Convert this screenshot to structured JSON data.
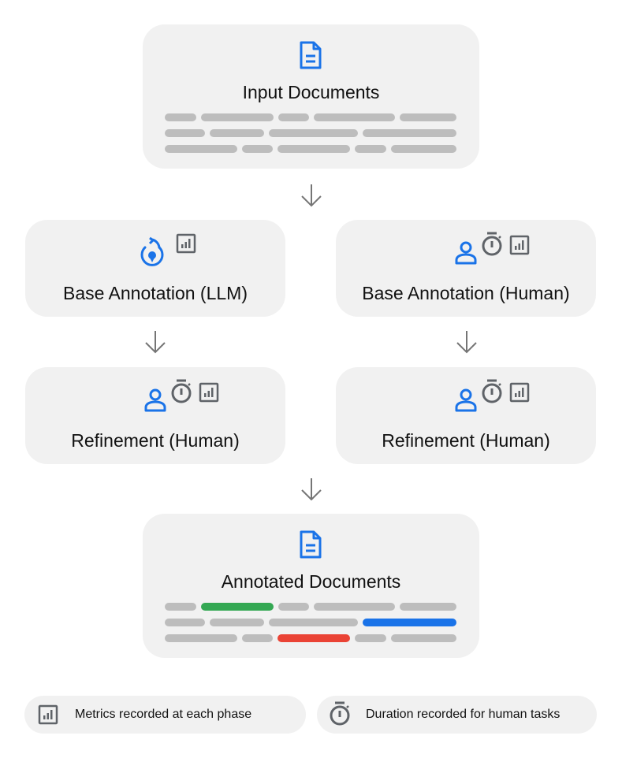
{
  "cards": {
    "input": {
      "title": "Input Documents",
      "icon": "document-icon"
    },
    "base_llm": {
      "title": "Base Annotation (LLM)",
      "icons": [
        "ai-refresh-icon",
        "metrics-icon"
      ]
    },
    "base_human": {
      "title": "Base Annotation (Human)",
      "icons": [
        "person-icon",
        "stopwatch-icon",
        "metrics-icon"
      ]
    },
    "refine_left": {
      "title": "Refinement (Human)",
      "icons": [
        "person-icon",
        "stopwatch-icon",
        "metrics-icon"
      ]
    },
    "refine_right": {
      "title": "Refinement (Human)",
      "icons": [
        "person-icon",
        "stopwatch-icon",
        "metrics-icon"
      ]
    },
    "output": {
      "title": "Annotated Documents",
      "icon": "document-icon"
    }
  },
  "legend": {
    "metrics": {
      "icon": "metrics-icon",
      "text": "Metrics recorded at each phase"
    },
    "duration": {
      "icon": "stopwatch-icon",
      "text": "Duration recorded for human tasks"
    }
  },
  "colors": {
    "card_bg": "#f1f1f1",
    "placeholder_line": "#bdbdbd",
    "accent_blue": "#1a73e8",
    "highlight_green": "#34a853",
    "highlight_blue": "#1a73e8",
    "highlight_red": "#ea4335",
    "icon_gray": "#5f6368",
    "arrow_gray": "#757575"
  }
}
